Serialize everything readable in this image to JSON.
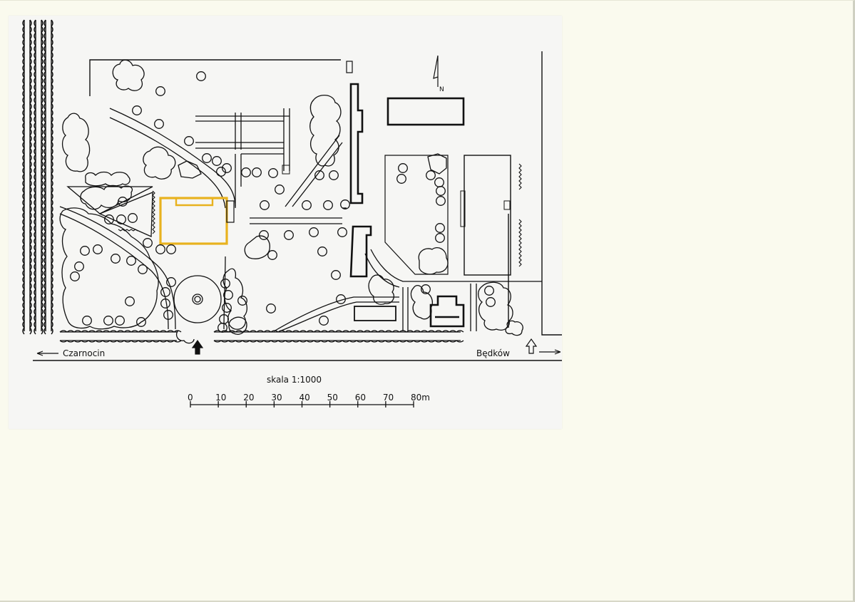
{
  "labels": {
    "left_road": "Czarnocin",
    "right_road": "Będków",
    "north": "N"
  },
  "scale": {
    "title": "skala 1:1000",
    "ticks": [
      "0",
      "10",
      "20",
      "30",
      "40",
      "50",
      "60",
      "70",
      "80m"
    ]
  },
  "colors": {
    "ink": "#111111",
    "highlight": "#e8b21e",
    "paper": "#fafaee",
    "print": "#f6f6f4"
  }
}
